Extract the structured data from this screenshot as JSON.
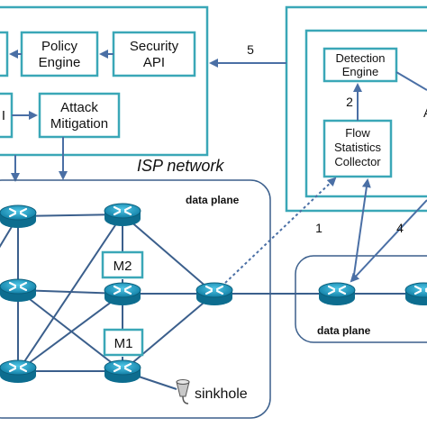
{
  "controller": {
    "policy_engine": "Policy\nEngine",
    "security_api": "Security\nAPI",
    "attack_mitigation": "Attack\nMitigation",
    "left_partial_box": "I"
  },
  "detector": {
    "detection_engine": "Detection\nEngine",
    "flow_collector": "Flow\nStatistics\nCollector",
    "right_partial_label": "A"
  },
  "isp": {
    "title": "ISP network",
    "data_plane_label": "data plane",
    "middlebox_m1": "M1",
    "middlebox_m2": "M2",
    "sinkhole_label": "sinkhole"
  },
  "customer": {
    "data_plane_label": "data plane"
  },
  "arrows": {
    "step_1": "1",
    "step_2": "2",
    "step_4": "4",
    "step_5": "5"
  },
  "colors": {
    "frame": "#3aa7b7",
    "arrow": "#4a6fa5",
    "router": "#1a9ec4",
    "box_border": "#3aa7b7"
  }
}
